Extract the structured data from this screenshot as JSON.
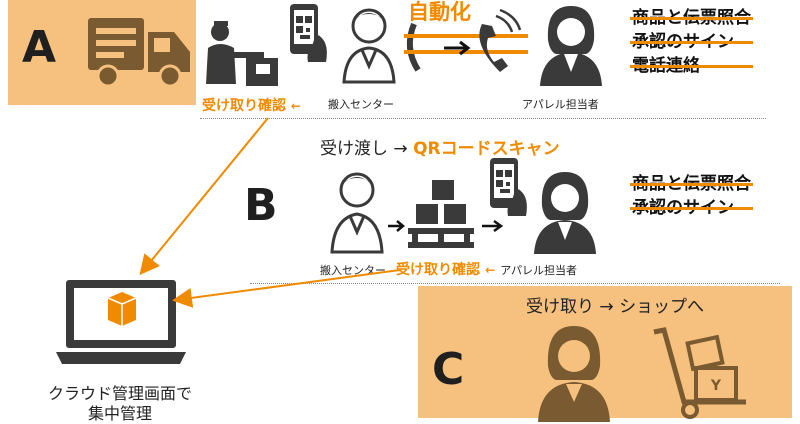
{
  "panels": {
    "a": {
      "letter": "A"
    },
    "b": {
      "letter": "B"
    },
    "c": {
      "letter": "C"
    }
  },
  "row_a": {
    "automation_label": "自動化",
    "receive_confirm": "受け取り確認",
    "arrow_glyph": "←",
    "center_label": "搬入センター",
    "apparel_label": "アパレル担当者",
    "struck_items": [
      "商品と伝票照合",
      "承認のサイン",
      "電話連絡"
    ]
  },
  "row_b": {
    "handover_text": "受け渡し",
    "arrow_right": "→",
    "qr_scan_text": "QRコードスキャン",
    "center_label": "搬入センター",
    "receive_confirm": "受け取り確認",
    "arrow_glyph": "←",
    "apparel_label": "アパレル担当者",
    "struck_items": [
      "商品と伝票照合",
      "承認のサイン"
    ]
  },
  "row_c": {
    "receive_text": "受け取り",
    "arrow_right": "→",
    "shop_text": "ショップへ",
    "cart_symbol": "Y"
  },
  "laptop": {
    "caption_line1": "クラウド管理画面で",
    "caption_line2": "集中管理"
  },
  "colors": {
    "accent_orange": "#f08a00",
    "panel_fill": "#f6c07e",
    "icon_dark": "#3a3a3a"
  }
}
